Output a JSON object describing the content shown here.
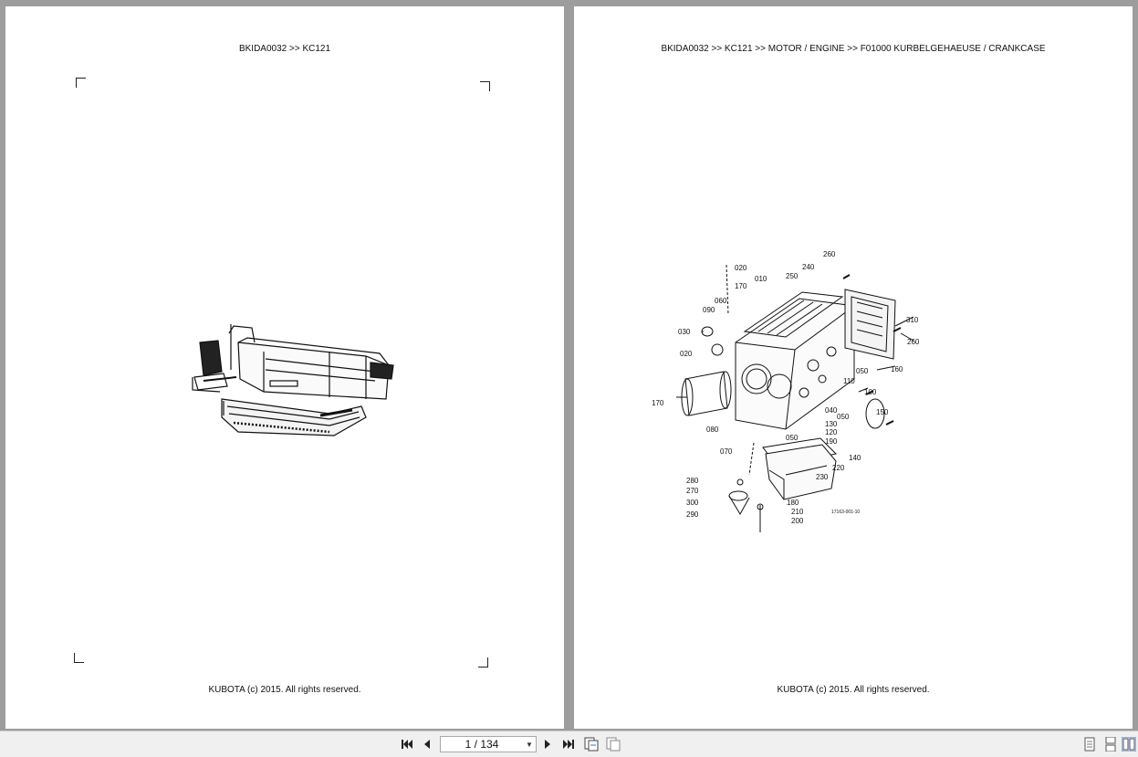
{
  "left_page": {
    "header": "BKIDA0032 >> KC121",
    "footer": "KUBOTA (c) 2015. All rights reserved."
  },
  "right_page": {
    "header": "BKIDA0032 >> KC121 >> MOTOR / ENGINE >> F01000   KURBELGEHAEUSE / CRANKCASE",
    "footer": "KUBOTA (c) 2015. All rights reserved.",
    "diagram_code": "17163-001-10",
    "part_labels": [
      "260",
      "240",
      "250",
      "020",
      "010",
      "170",
      "060",
      "090",
      "030",
      "020",
      "310",
      "260",
      "050",
      "160",
      "110",
      "100",
      "170",
      "040",
      "050",
      "150",
      "130",
      "120",
      "080",
      "050",
      "190",
      "070",
      "140",
      "220",
      "230",
      "280",
      "270",
      "180",
      "300",
      "210",
      "290",
      "200"
    ]
  },
  "toolbar": {
    "page_indicator": "1 / 134",
    "icons": [
      "first-page-icon",
      "prev-page-icon",
      "next-page-icon",
      "last-page-icon",
      "fit-width-icon",
      "fit-page-icon",
      "single-page-icon",
      "continuous-page-icon",
      "two-page-icon"
    ]
  }
}
